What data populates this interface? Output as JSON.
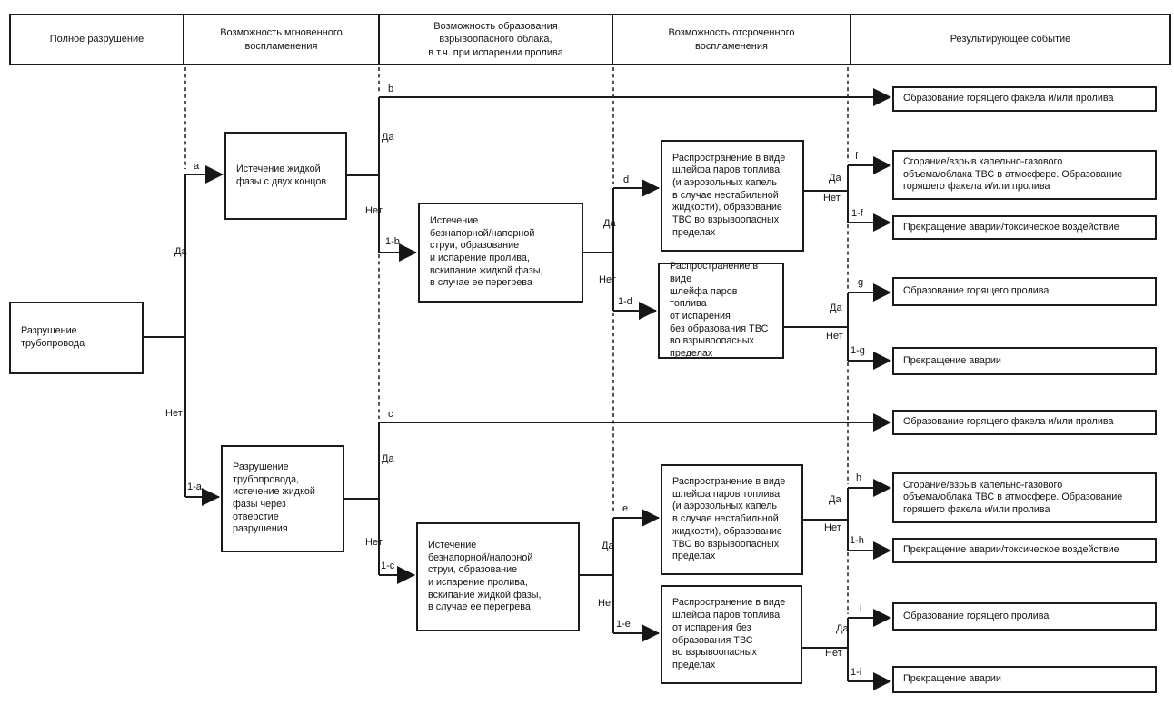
{
  "header": {
    "columns": {
      "c1": "Полное разрушение",
      "c2": "Возможность мгновенного\nвоспламенения",
      "c3": "Возможность образования\nвзрывоопасного облака,\nв т.ч. при испарении пролива",
      "c4": "Возможность отсроченного\nвоспламенения",
      "c5": "Результирующее событие"
    }
  },
  "nodes": {
    "p1": "Разрушение\nтрубопровода",
    "p2": "Истечение жидкой\nфазы с двух концов",
    "p3": "Истечение\nбезнапорной/напорной\nструи, образование\nи испарение пролива,\nвскипание жидкой фазы,\nв случае ее перегрева",
    "p4": "Распространение в виде\nшлейфа паров топлива\n(и аэрозольных капель\nв случае нестабильной\nжидкости), образование\nТВС во взрывоопасных\nпределах",
    "p5": "Распространение в виде\nшлейфа паров топлива\nот испарения\nбез образования ТВС\nво взрывоопасных\nпределах",
    "p6": "Разрушение\nтрубопровода,\nистечение жидкой\nфазы через\nотверстие\nразрушения",
    "p7": "Истечение\nбезнапорной/напорной\nструи, образование\nи испарение пролива,\nвскипание жидкой фазы,\nв случае ее перегрева",
    "p8": "Распространение в виде\nшлейфа паров топлива\n(и аэрозольных капель\nв случае нестабильной\nжидкости), образование\nТВС во взрывоопасных\nпределах",
    "p9": "Распространение в виде\nшлейфа паров топлива\nот испарения без\nобразования ТВС\nво взрывоопасных\nпределах"
  },
  "results": {
    "r1": "Образование горящего факела и/или пролива",
    "r2": "Сгорание/взрыв капельно-газового\nобъема/облака ТВС в атмосфере. Образование\nгорящего факела и/или пролива",
    "r3": "Прекращение аварии/токсическое воздействие",
    "r4": "Образование горящего пролива",
    "r5": "Прекращение аварии",
    "r6": "Образование горящего факела и/или пролива",
    "r7": "Сгорание/взрыв капельно-газового\nобъема/облака ТВС в атмосфере. Образование\nгорящего факела и/или пролива",
    "r8": "Прекращение аварии/токсическое воздействие",
    "r9": "Образование горящего пролива",
    "r10": "Прекращение аварии"
  },
  "labels": {
    "yes": "Да",
    "no": "Нет"
  },
  "branches": {
    "a": "a",
    "na": "1-a",
    "b": "b",
    "nb": "1-b",
    "c": "c",
    "nc": "1-c",
    "d": "d",
    "nd": "1-d",
    "e": "e",
    "ne": "1-e",
    "f": "f",
    "nf": "1-f",
    "g": "g",
    "ng": "1-g",
    "h": "h",
    "nh": "1-h",
    "i": "i",
    "ni": "1-i"
  }
}
